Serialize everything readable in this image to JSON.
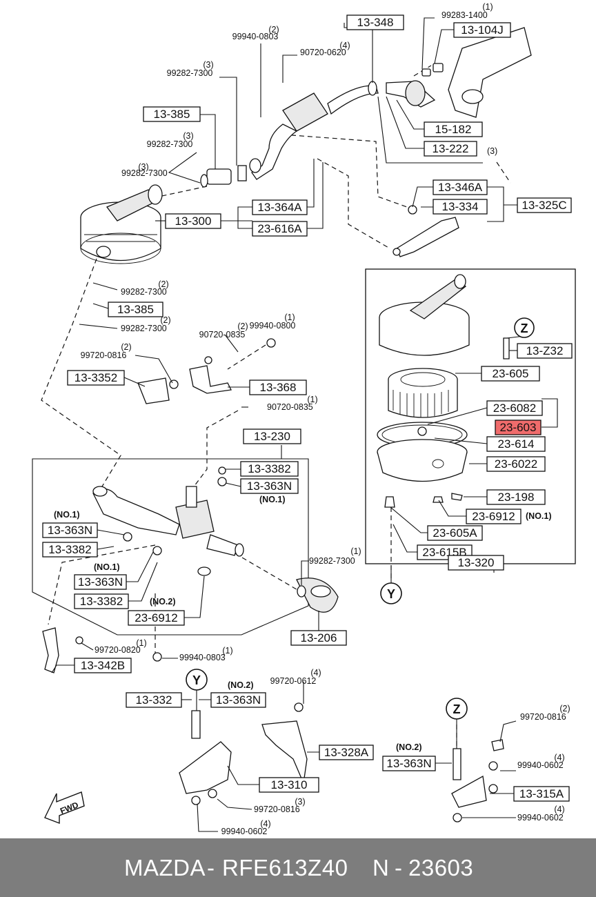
{
  "footer": {
    "brand": "MAZDA",
    "sep1": "-",
    "part_number": "RFE613Z40",
    "n_label": "N",
    "sep2": "-",
    "ref_number": "23603"
  },
  "colors": {
    "highlight": "#f06c6c",
    "footer_bg": "#7d7d7d"
  },
  "boxed_labels": [
    {
      "id": "b13-348",
      "text": "13-348",
      "highlight": false
    },
    {
      "id": "b13-104j",
      "text": "13-104J",
      "highlight": false
    },
    {
      "id": "b13-385a",
      "text": "13-385",
      "highlight": false
    },
    {
      "id": "b15-182",
      "text": "15-182",
      "highlight": false
    },
    {
      "id": "b13-222",
      "text": "13-222",
      "highlight": false
    },
    {
      "id": "b13-346a",
      "text": "13-346A",
      "highlight": false
    },
    {
      "id": "b13-334",
      "text": "13-334",
      "highlight": false
    },
    {
      "id": "b13-325c",
      "text": "13-325C",
      "highlight": false
    },
    {
      "id": "b13-364a",
      "text": "13-364A",
      "highlight": false
    },
    {
      "id": "b13-300",
      "text": "13-300",
      "highlight": false
    },
    {
      "id": "b23-616a",
      "text": "23-616A",
      "highlight": false
    },
    {
      "id": "b13-385b",
      "text": "13-385",
      "highlight": false
    },
    {
      "id": "b13-z32",
      "text": "13-Z32",
      "highlight": false
    },
    {
      "id": "b23-605",
      "text": "23-605",
      "highlight": false
    },
    {
      "id": "b23-6082",
      "text": "23-6082",
      "highlight": false
    },
    {
      "id": "b23-603",
      "text": "23-603",
      "highlight": true
    },
    {
      "id": "b23-614",
      "text": "23-614",
      "highlight": false
    },
    {
      "id": "b23-6022",
      "text": "23-6022",
      "highlight": false
    },
    {
      "id": "b23-198",
      "text": "23-198",
      "highlight": false
    },
    {
      "id": "b23-6912a",
      "text": "23-6912",
      "highlight": false
    },
    {
      "id": "b23-605a",
      "text": "23-605A",
      "highlight": false
    },
    {
      "id": "b23-615b",
      "text": "23-615B",
      "highlight": false
    },
    {
      "id": "b13-320",
      "text": "13-320",
      "highlight": false
    },
    {
      "id": "b13-3352",
      "text": "13-3352",
      "highlight": false
    },
    {
      "id": "b13-368",
      "text": "13-368",
      "highlight": false
    },
    {
      "id": "b13-230",
      "text": "13-230",
      "highlight": false
    },
    {
      "id": "b13-3382a",
      "text": "13-3382",
      "highlight": false
    },
    {
      "id": "b13-363na",
      "text": "13-363N",
      "highlight": false
    },
    {
      "id": "b13-363nb",
      "text": "13-363N",
      "highlight": false
    },
    {
      "id": "b13-3382b",
      "text": "13-3382",
      "highlight": false
    },
    {
      "id": "b13-363nc",
      "text": "13-363N",
      "highlight": false
    },
    {
      "id": "b13-3382c",
      "text": "13-3382",
      "highlight": false
    },
    {
      "id": "b23-6912b",
      "text": "23-6912",
      "highlight": false
    },
    {
      "id": "b13-206",
      "text": "13-206",
      "highlight": false
    },
    {
      "id": "b13-342b",
      "text": "13-342B",
      "highlight": false
    },
    {
      "id": "b13-332",
      "text": "13-332",
      "highlight": false
    },
    {
      "id": "b13-363nd",
      "text": "13-363N",
      "highlight": false
    },
    {
      "id": "b13-328a",
      "text": "13-328A",
      "highlight": false
    },
    {
      "id": "b13-310",
      "text": "13-310",
      "highlight": false
    },
    {
      "id": "b13-363ne",
      "text": "13-363N",
      "highlight": false
    },
    {
      "id": "b13-315a",
      "text": "13-315A",
      "highlight": false
    }
  ],
  "part_labels": [
    {
      "id": "p1",
      "qty": "(1)",
      "text": "99283-1400"
    },
    {
      "id": "p2",
      "qty": "(2)",
      "text": "99940-0803"
    },
    {
      "id": "p3",
      "qty": "(4)",
      "text": "90720-0620"
    },
    {
      "id": "p4",
      "qty": "(3)",
      "text": "99282-7300"
    },
    {
      "id": "p5",
      "qty": "(3)",
      "text": "99282-7300"
    },
    {
      "id": "p6",
      "qty": "(3)",
      "text": "99282-7300"
    },
    {
      "id": "p7",
      "qty": "(2)",
      "text": "99282-7300"
    },
    {
      "id": "p8",
      "qty": "(2)",
      "text": "99282-7300"
    },
    {
      "id": "p9",
      "qty": "(1)",
      "text": "99940-0800"
    },
    {
      "id": "p10",
      "qty": "(2)",
      "text": "90720-0835"
    },
    {
      "id": "p11",
      "qty": "(2)",
      "text": "99720-0816"
    },
    {
      "id": "p12",
      "qty": "(1)",
      "text": "90720-0835"
    },
    {
      "id": "p13",
      "qty": "(1)",
      "text": "99282-7300"
    },
    {
      "id": "p14",
      "qty": "(1)",
      "text": "99720-0820"
    },
    {
      "id": "p15",
      "qty": "(1)",
      "text": "99940-0803"
    },
    {
      "id": "p16",
      "qty": "(4)",
      "text": "99720-0612"
    },
    {
      "id": "p17",
      "qty": "(3)",
      "text": "99720-0816"
    },
    {
      "id": "p18",
      "qty": "(4)",
      "text": "99940-0602"
    },
    {
      "id": "p19",
      "qty": "(2)",
      "text": "99720-0816"
    },
    {
      "id": "p20",
      "qty": "(4)",
      "text": "99940-0602"
    },
    {
      "id": "p21",
      "qty": "(4)",
      "text": "99940-0602"
    }
  ],
  "no_labels": [
    {
      "id": "n1",
      "text": "(NO.1)"
    },
    {
      "id": "n2",
      "text": "(NO.1)"
    },
    {
      "id": "n3",
      "text": "(NO.1)"
    },
    {
      "id": "n4",
      "text": "(NO.1)"
    },
    {
      "id": "n5",
      "text": "(NO.2)"
    },
    {
      "id": "n6",
      "text": "(NO.2)"
    },
    {
      "id": "n7",
      "text": "(NO.2)"
    }
  ],
  "misc": {
    "qty_13_222": "(3)",
    "circle_z": "Z",
    "circle_y": "Y",
    "fwd": "FWD"
  }
}
